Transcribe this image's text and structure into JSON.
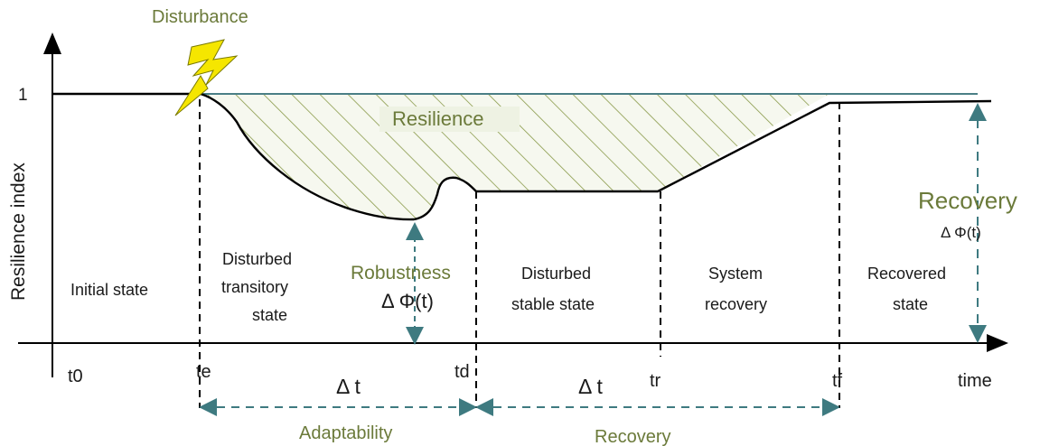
{
  "labels": {
    "disturbance": "Disturbance",
    "y_axis": "Resilience index",
    "y_tick_1": "1",
    "resilience": "Resilience",
    "robustness": "Robustness",
    "robustness_formula": "Δ Φ(t)",
    "recovery_right": "Recovery",
    "recovery_right_formula": "Δ Φ(t)",
    "time": "time",
    "delta_t_1": "Δ t",
    "delta_t_2": "Δ t",
    "adaptability": "Adaptability",
    "recovery_bottom": "Recovery"
  },
  "states": {
    "initial": "Initial state",
    "disturbed_transitory": [
      "Disturbed",
      "transitory",
      "state"
    ],
    "disturbed_stable": [
      "Disturbed",
      "stable state"
    ],
    "system_recovery": [
      "System",
      "recovery"
    ],
    "recovered": [
      "Recovered",
      "state"
    ]
  },
  "time_ticks": [
    "t0",
    "te",
    "td",
    "tr",
    "tf"
  ],
  "colors": {
    "axis": "#000000",
    "curve": "#000000",
    "reference_line": "#4a7f86",
    "dashed_arrow": "#3e7a80",
    "hatch": "#8a9a4a",
    "hatch_fill": "#f0f3e6",
    "green_text": "#6b7a3a",
    "lightning": "#f5e600"
  },
  "icons": {
    "disturbance": "lightning-bolt-icon"
  }
}
